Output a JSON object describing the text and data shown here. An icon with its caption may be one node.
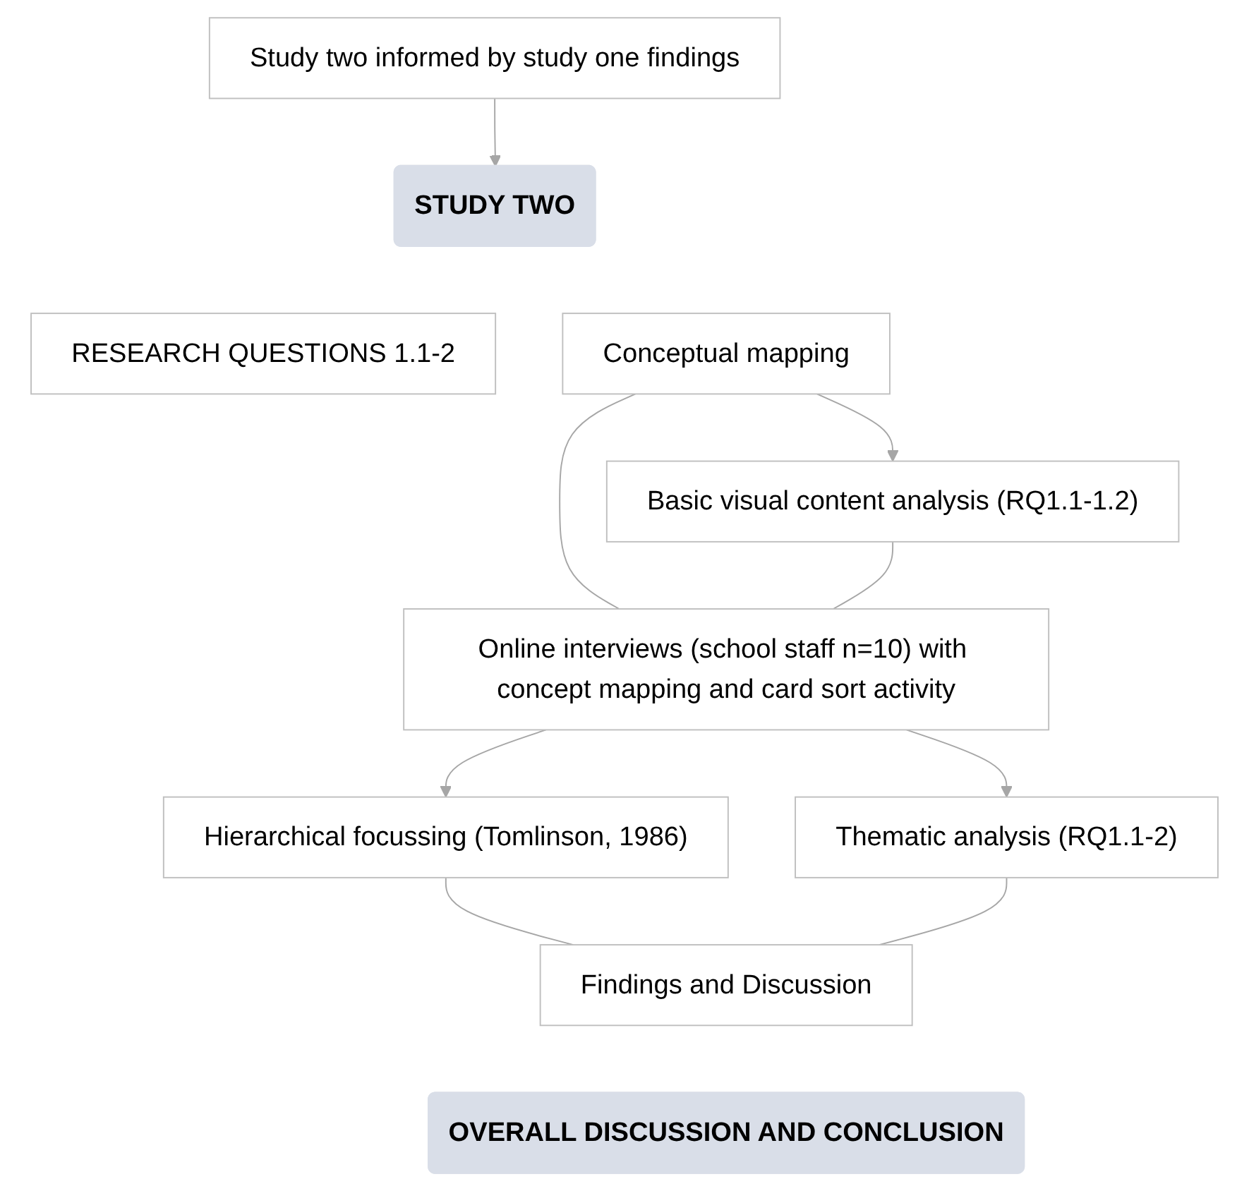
{
  "diagram": {
    "nodes": [
      {
        "text": [
          "Study two informed by study one findings"
        ]
      },
      {
        "text": [
          "STUDY TWO"
        ]
      },
      {
        "text": [
          "RESEARCH QUESTIONS 1.1-2"
        ]
      },
      {
        "text": [
          "Conceptual mapping"
        ]
      },
      {
        "text": [
          "Basic visual content analysis (RQ1.1-1.2)"
        ]
      },
      {
        "text": [
          "Online interviews (school staff n=10) with concept mapping and card sort activity"
        ]
      },
      {
        "text": [
          "Hierarchical focussing (Tomlinson, 1986)"
        ]
      },
      {
        "text": [
          "Thematic analysis (RQ1.1-2)"
        ]
      },
      {
        "text": [
          "Findings and Discussion"
        ]
      },
      {
        "text": [
          "OVERALL DISCUSSION AND CONCLUSION"
        ]
      }
    ],
    "edges": [
      {
        "from": 0,
        "to": 1,
        "arrow": "to"
      },
      {
        "from": 3,
        "to": 4,
        "arrow": "to"
      },
      {
        "from": 3,
        "to": 5,
        "arrow": "none"
      },
      {
        "from": 4,
        "to": 5,
        "arrow": "none"
      },
      {
        "from": 5,
        "to": 6,
        "arrow": "to"
      },
      {
        "from": 5,
        "to": 7,
        "arrow": "to"
      },
      {
        "from": 6,
        "to": 8,
        "arrow": "none"
      },
      {
        "from": 7,
        "to": 8,
        "arrow": "none"
      }
    ]
  }
}
